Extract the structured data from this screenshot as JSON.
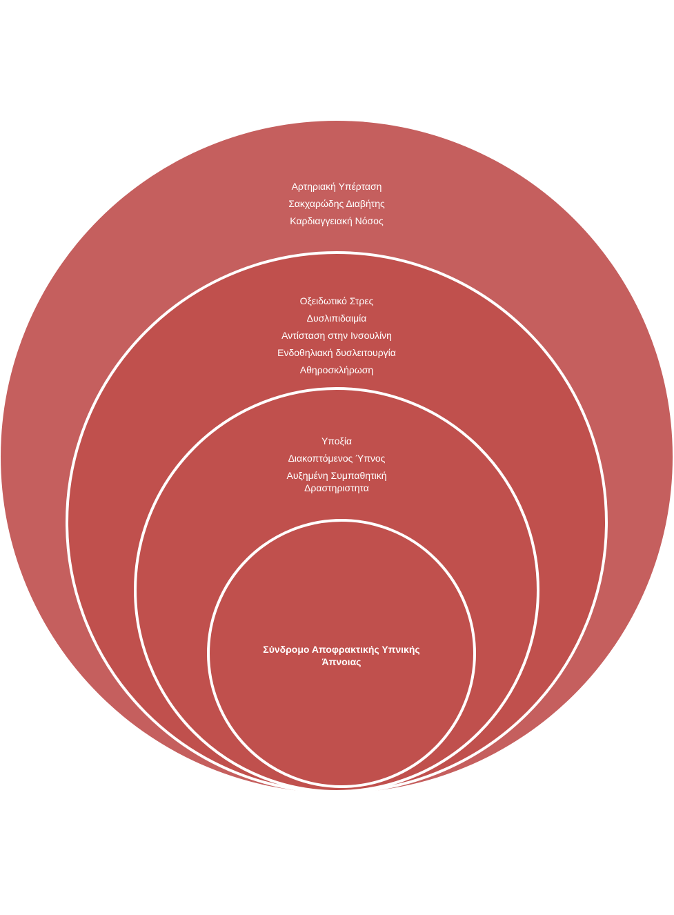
{
  "colors": {
    "outer_fill": "#c55f5e",
    "inner_fill": "#c0504d",
    "stroke": "#ffffff",
    "text": "#ffffff"
  },
  "levels": [
    {
      "name": "outer",
      "lines": [
        "Αρτηριακή Υπέρταση",
        "Σακχαρώδης Διαβήτης",
        "Καρδιαγγειακή Νόσος"
      ]
    },
    {
      "name": "second",
      "lines": [
        "Οξειδωτικό Στρες",
        "Δυσλιπιδαιμία",
        "Αντίσταση στην Ινσουλίνη",
        "Ενδοθηλιακή δυσλειτουργία",
        "Αθηροσκλήρωση"
      ]
    },
    {
      "name": "third",
      "lines": [
        "Υποξία",
        "Διακοπτόμενος Ύπνος",
        "Αυξημένη Συμπαθητική Δραστηριστητα"
      ]
    },
    {
      "name": "core",
      "lines": [
        "Σύνδρομο Αποφρακτικής Υπνικής Άπνοιας"
      ]
    }
  ]
}
